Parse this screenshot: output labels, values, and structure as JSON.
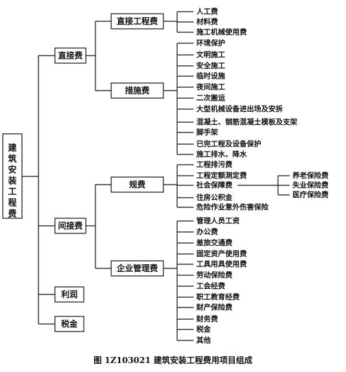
{
  "root": {
    "label": "建筑安装工程费"
  },
  "level1": {
    "direct": "直接费",
    "indirect": "间接费",
    "profit": "利润",
    "tax": "税金"
  },
  "level2": {
    "direct_engineering": "直接工程费",
    "measures": "措施费",
    "fees": "规费",
    "management": "企业管理费"
  },
  "direct_engineering_items": [
    "人工费",
    "材料费",
    "施工机械使用费"
  ],
  "measures_items": [
    "环境保护",
    "文明施工",
    "安全施工",
    "临时设施",
    "夜间施工",
    "二次搬运",
    "大型机械设备进出场及安拆",
    "混凝土、钢筋混凝土模板及支架",
    "脚手架",
    "已完工程及设备保护",
    "施工排水、降水"
  ],
  "fees_items": [
    "工程排污费",
    "工程定额测定费",
    "社会保障费",
    "住房公积金",
    "危险作业意外伤害保险"
  ],
  "social_security_items": [
    "养老保险费",
    "失业保险费",
    "医疗保险费"
  ],
  "management_items": [
    "管理人员工资",
    "办公费",
    "差旅交通费",
    "固定资产使用费",
    "工具用具使用费",
    "劳动保险费",
    "工会经费",
    "职工教育经费",
    "财产保险费",
    "财务费",
    "税金",
    "其他"
  ],
  "caption": "图 1Z103021   建筑安装工程费用项目组成"
}
